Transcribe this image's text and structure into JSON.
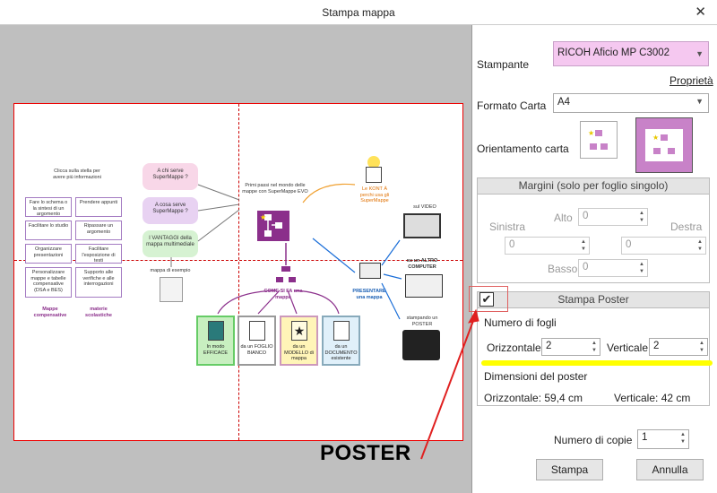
{
  "window": {
    "title": "Stampa mappa"
  },
  "map": {
    "click_hint": "Clicca sulla stella per avere più informazioni",
    "left_boxes": [
      "Fare lo schema o la sintesi di un argomento",
      "Prendere appunti",
      "Facilitare lo studio",
      "Ripassare un argomento",
      "Organizzare presentazioni",
      "Facilitare l'esposizione di testi",
      "Personalizzare mappe e tabelle compensative (DSA e BES)",
      "Supporto alle verifiche e alle interrogazioni"
    ],
    "bottom_left": [
      "Mappe compensative",
      "materie scolastiche"
    ],
    "pills": [
      "A chi serve SuperMappe ?",
      "A cosa serve SuperMappe ?",
      "I VANTAGGI della mappa multimediale"
    ],
    "example_label": "mappa di esempio",
    "first_steps": "Primi passi nel mondo delle mappe con SuperMappe EVO",
    "how_label": "COME SI FA una mappa",
    "cards": [
      "In modo EFFICACE",
      "da un FOGLIO BIANCO",
      "da un MODELLO di mappa",
      "da un DOCUMENTO esistente"
    ],
    "kont": "Le KONT À perchi usa gli SuperMappe",
    "present_label": "PRESENTARE una mappa",
    "video_label": "sul VIDEO",
    "other_pc": "su un ALTRO COMPUTER",
    "print_poster": "stampando un POSTER"
  },
  "printer": {
    "label": "Stampante",
    "value": "RICOH Aficio MP C3002",
    "properties_link": "Proprietà"
  },
  "paper": {
    "label": "Formato Carta",
    "value": "A4"
  },
  "orientation": {
    "label": "Orientamento carta"
  },
  "margins": {
    "title": "Margini (solo per foglio singolo)",
    "top_label": "Alto",
    "top_value": "0",
    "left_label": "Sinistra",
    "left_value": "0",
    "right_label": "Destra",
    "right_value": "0",
    "bottom_label": "Basso",
    "bottom_value": "0"
  },
  "poster": {
    "title": "Stampa Poster",
    "checked_mark": "✔",
    "sheets_label": "Numero di fogli",
    "horizontal_label": "Orizzontale",
    "horizontal_value": "2",
    "vertical_label": "Verticale",
    "vertical_value": "2",
    "dimensions_label": "Dimensioni del poster",
    "dim_horizontal": "Orizzontale: 59,4 cm",
    "dim_vertical": "Verticale: 42 cm"
  },
  "copies": {
    "label": "Numero di copie",
    "value": "1"
  },
  "buttons": {
    "print": "Stampa",
    "cancel": "Annulla"
  },
  "annotation": {
    "text": "POSTER"
  },
  "colors": {
    "accent_pink": "#f5c8f0",
    "highlight": "#ffff00",
    "arrow_red": "#e02020",
    "map_purple": "#8b2f8b"
  }
}
